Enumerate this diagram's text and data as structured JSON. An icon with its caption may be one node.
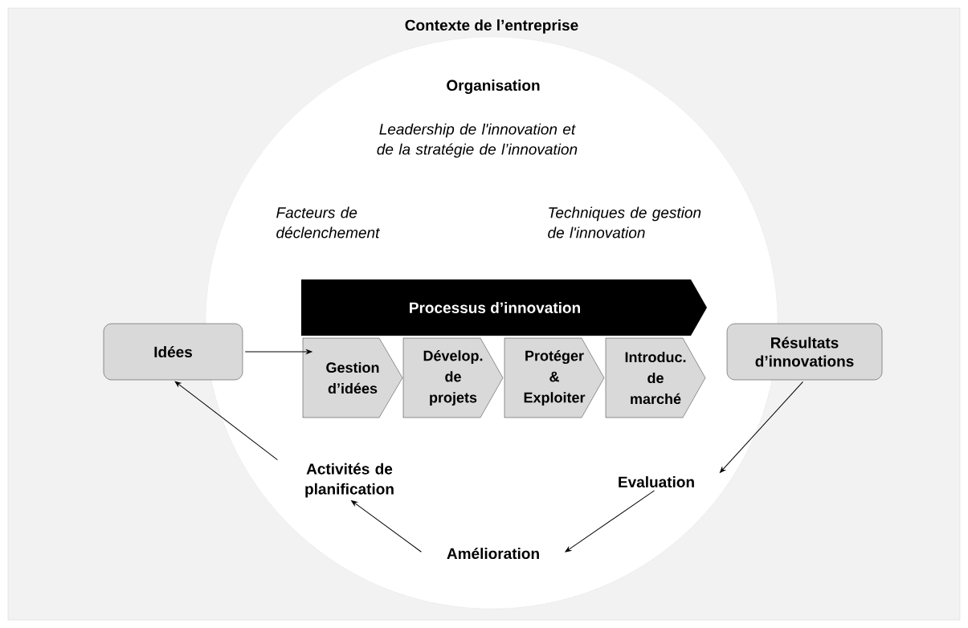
{
  "diagram": {
    "nodes": [
      {
        "text": [
          "Contexte de l’entreprise"
        ]
      },
      {
        "text": [
          "Organisation"
        ],
        "in": 0
      },
      {
        "text": [
          "Processus d’innovation"
        ],
        "in": 1
      },
      {
        "text": [
          "Gestion d’idées"
        ],
        "in": 1
      },
      {
        "text": [
          "Dévelop. de projets"
        ],
        "in": 1
      },
      {
        "text": [
          "Protéger & Exploiter"
        ],
        "in": 1
      },
      {
        "text": [
          "Introduc. de marché"
        ],
        "in": 1
      },
      {
        "text": [
          "Idées"
        ],
        "in": 0
      },
      {
        "text": [
          "Résultats d’innovations"
        ],
        "in": 0
      },
      {
        "text": [
          "Evaluation"
        ],
        "in": 1
      },
      {
        "text": [
          "Amélioration"
        ],
        "in": 1
      },
      {
        "text": [
          "Activités de planification"
        ],
        "in": 1
      }
    ],
    "edges": [
      {
        "from": 7,
        "to": 3,
        "arrow": "to"
      },
      {
        "from": 8,
        "to": 9,
        "arrow": "to"
      },
      {
        "from": 9,
        "to": 10,
        "arrow": "to"
      },
      {
        "from": 10,
        "to": 11,
        "arrow": "to"
      },
      {
        "from": 11,
        "to": 7,
        "arrow": "to"
      }
    ],
    "labels": [
      "Leadership de l'innovation et de la stratégie de l’innovation",
      "Facteurs de déclenchement",
      "Techniques de gestion de l'innovation"
    ]
  }
}
